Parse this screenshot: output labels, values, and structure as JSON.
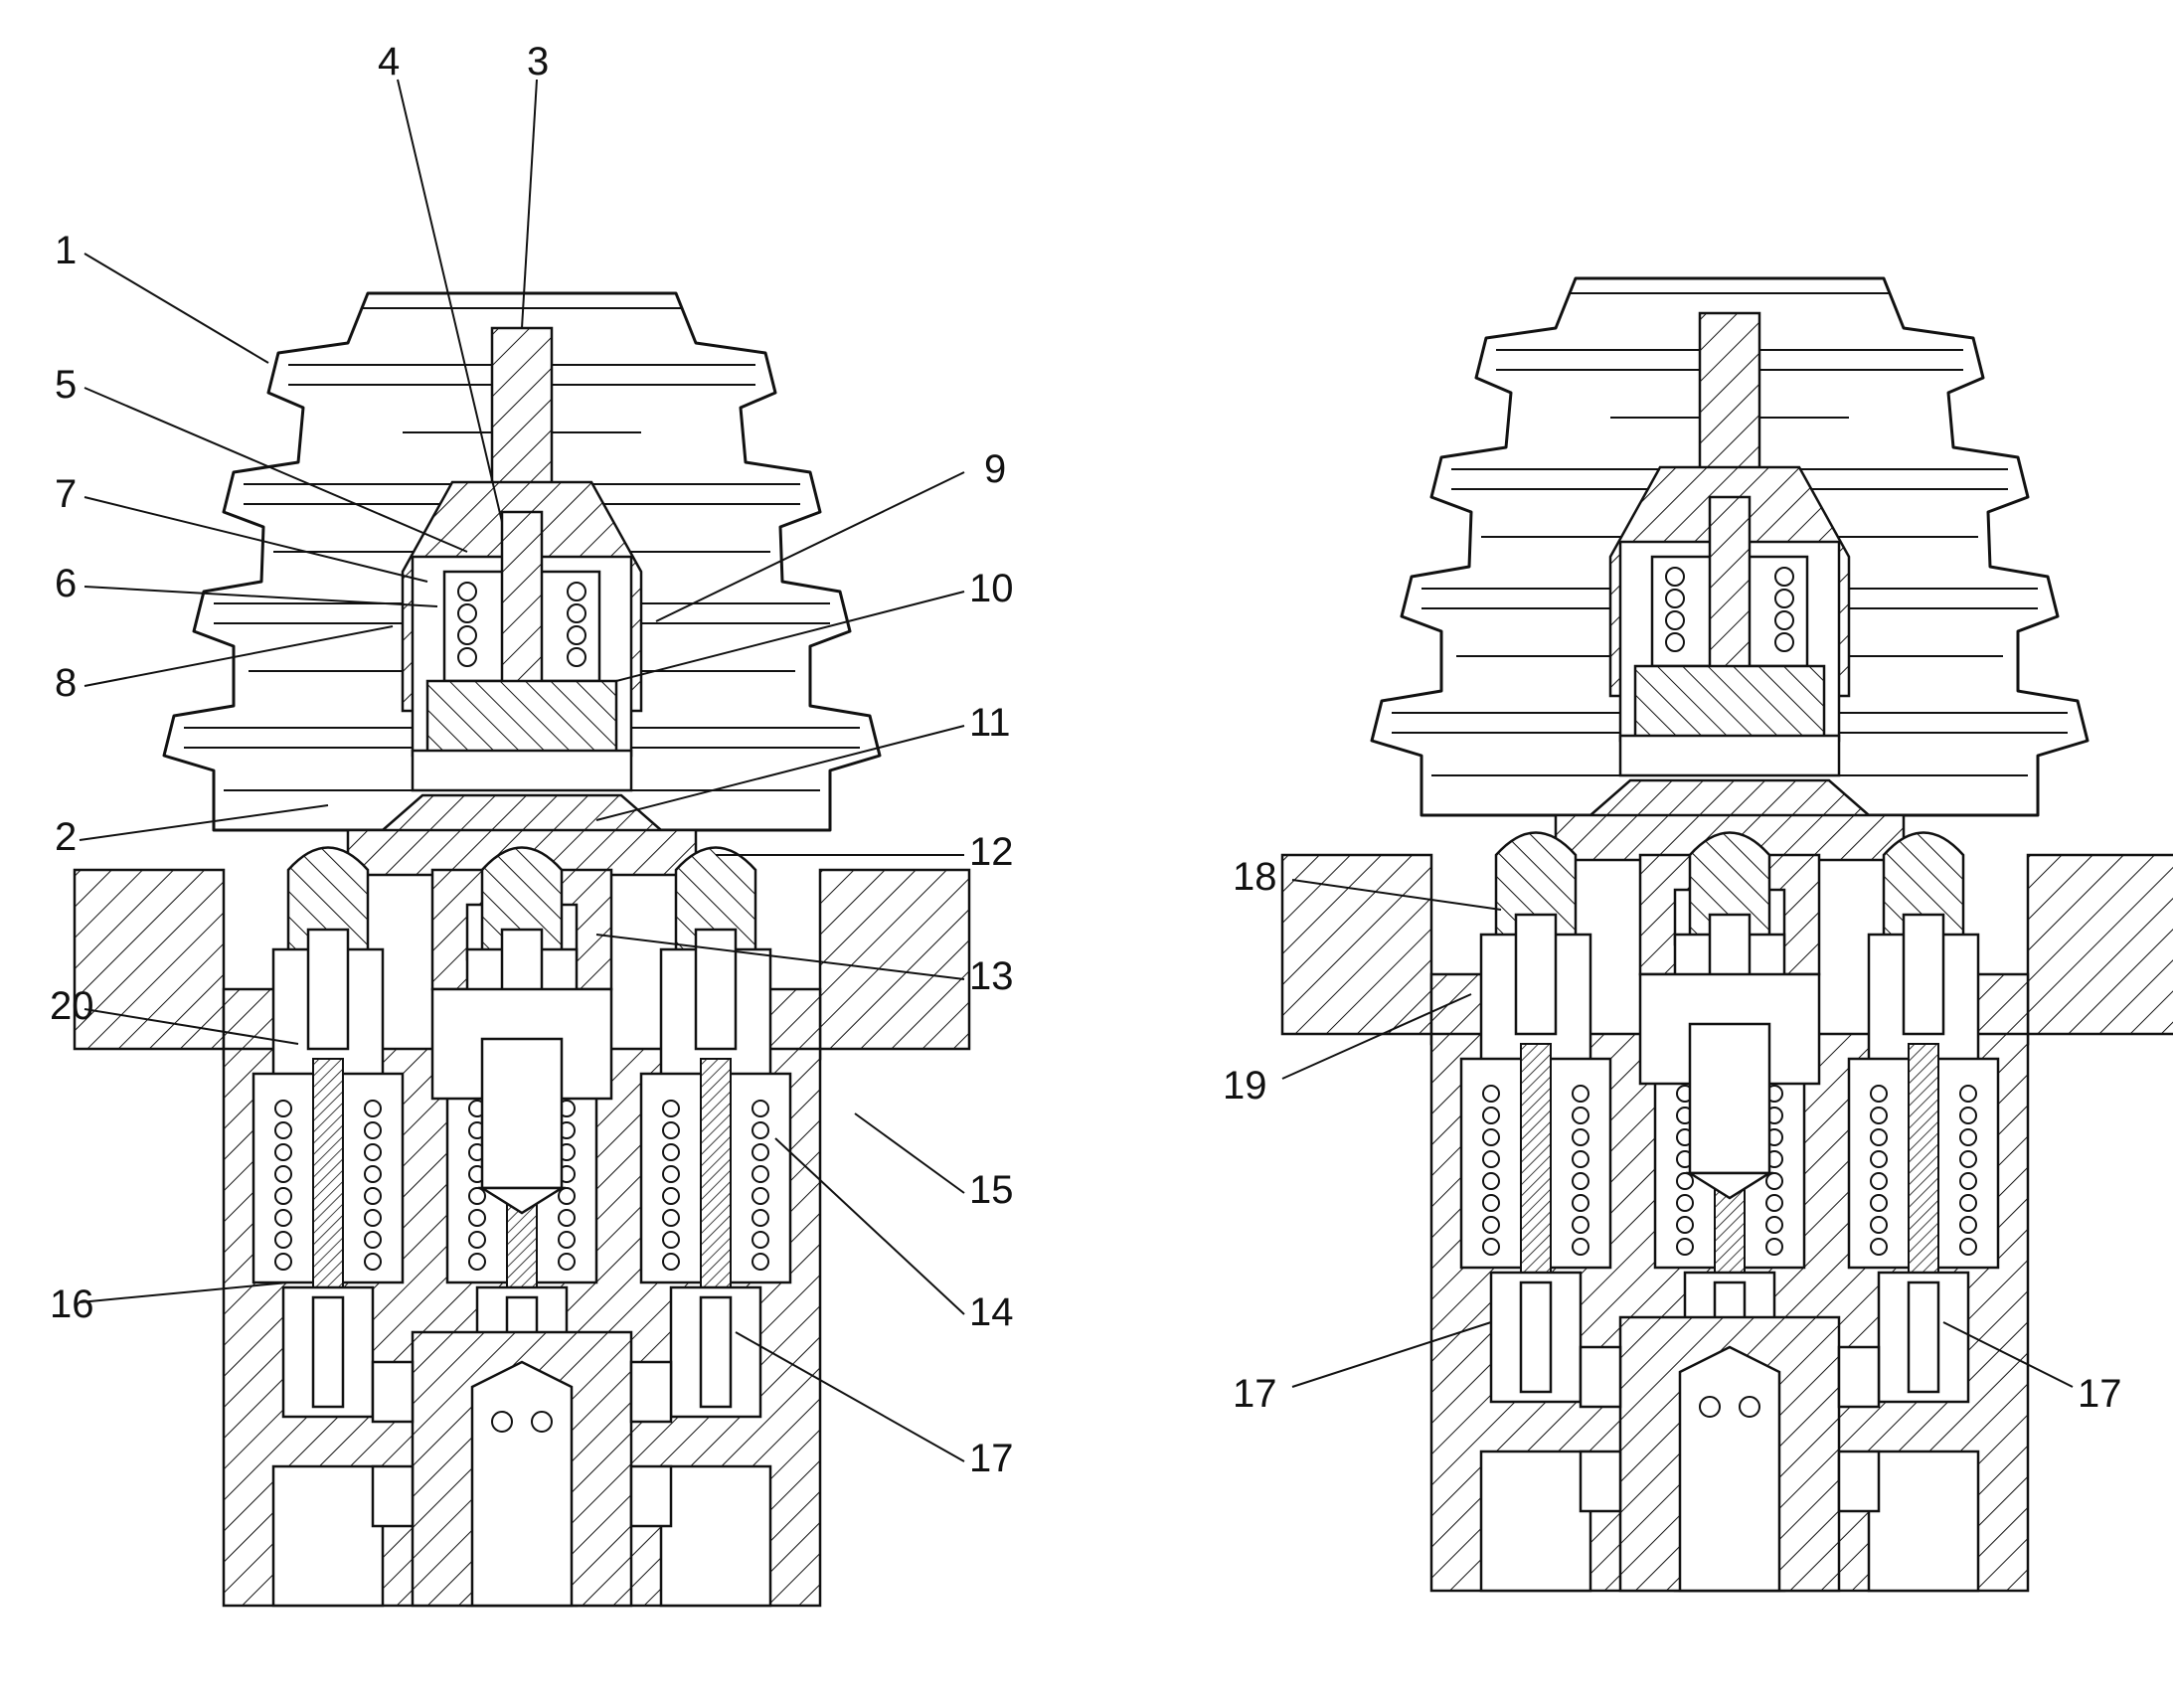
{
  "figure": {
    "left_view": {
      "labels": [
        {
          "id": "1",
          "text": "1"
        },
        {
          "id": "2",
          "text": "2"
        },
        {
          "id": "3",
          "text": "3"
        },
        {
          "id": "4",
          "text": "4"
        },
        {
          "id": "5",
          "text": "5"
        },
        {
          "id": "6",
          "text": "6"
        },
        {
          "id": "7",
          "text": "7"
        },
        {
          "id": "8",
          "text": "8"
        },
        {
          "id": "9",
          "text": "9"
        },
        {
          "id": "10",
          "text": "10"
        },
        {
          "id": "11",
          "text": "11"
        },
        {
          "id": "12",
          "text": "12"
        },
        {
          "id": "13",
          "text": "13"
        },
        {
          "id": "14",
          "text": "14"
        },
        {
          "id": "15",
          "text": "15"
        },
        {
          "id": "16",
          "text": "16"
        },
        {
          "id": "17",
          "text": "17"
        },
        {
          "id": "20",
          "text": "20"
        }
      ]
    },
    "right_view": {
      "labels": [
        {
          "id": "18",
          "text": "18"
        },
        {
          "id": "19",
          "text": "19"
        },
        {
          "id": "17a",
          "text": "17"
        },
        {
          "id": "17b",
          "text": "17"
        }
      ]
    },
    "colors": {
      "line": "#111111",
      "background": "#ffffff"
    }
  }
}
